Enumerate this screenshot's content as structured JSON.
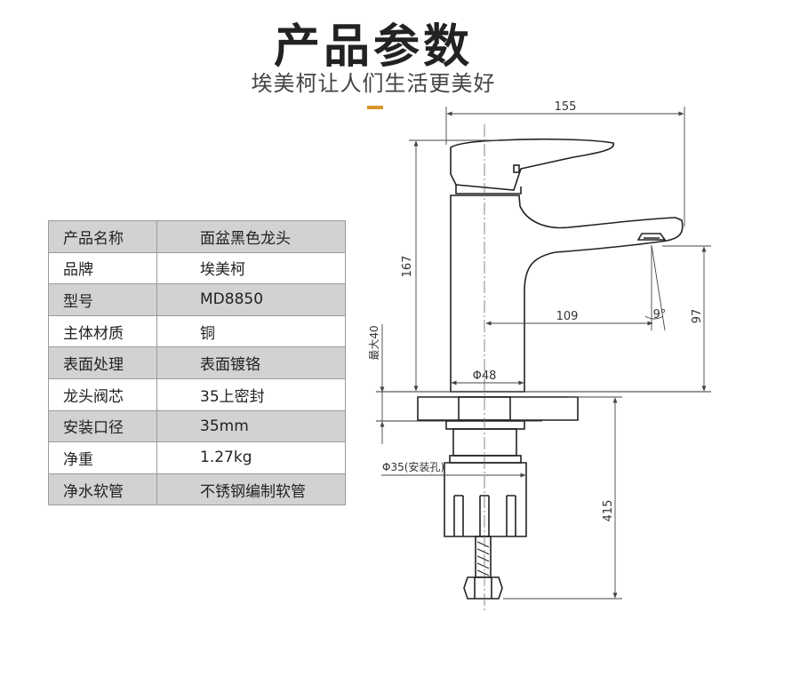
{
  "header": {
    "title": "产品参数",
    "subtitle": "埃美柯让人们生活更美好",
    "accent_color": "#d8962c"
  },
  "specs": [
    {
      "key": "产品名称",
      "value": "面盆黑色龙头"
    },
    {
      "key": "品牌",
      "value": "埃美柯"
    },
    {
      "key": "型号",
      "value": "MD8850"
    },
    {
      "key": "主体材质",
      "value": "铜"
    },
    {
      "key": "表面处理",
      "value": "表面镀铬"
    },
    {
      "key": "龙头阀芯",
      "value": "35上密封"
    },
    {
      "key": "安装口径",
      "value": "35mm"
    },
    {
      "key": "净重",
      "value": "1.27kg"
    },
    {
      "key": "净水软管",
      "value": "不锈钢编制软管"
    }
  ],
  "drawing": {
    "dim_width": "155",
    "dim_height": "167",
    "dim_spout": "109",
    "dim_angle": "9°",
    "dim_spout_height": "97",
    "dim_max_deck": "最大40",
    "dim_body_dia": "Φ48",
    "dim_hole": "Φ35(安装孔)",
    "dim_total": "415"
  }
}
